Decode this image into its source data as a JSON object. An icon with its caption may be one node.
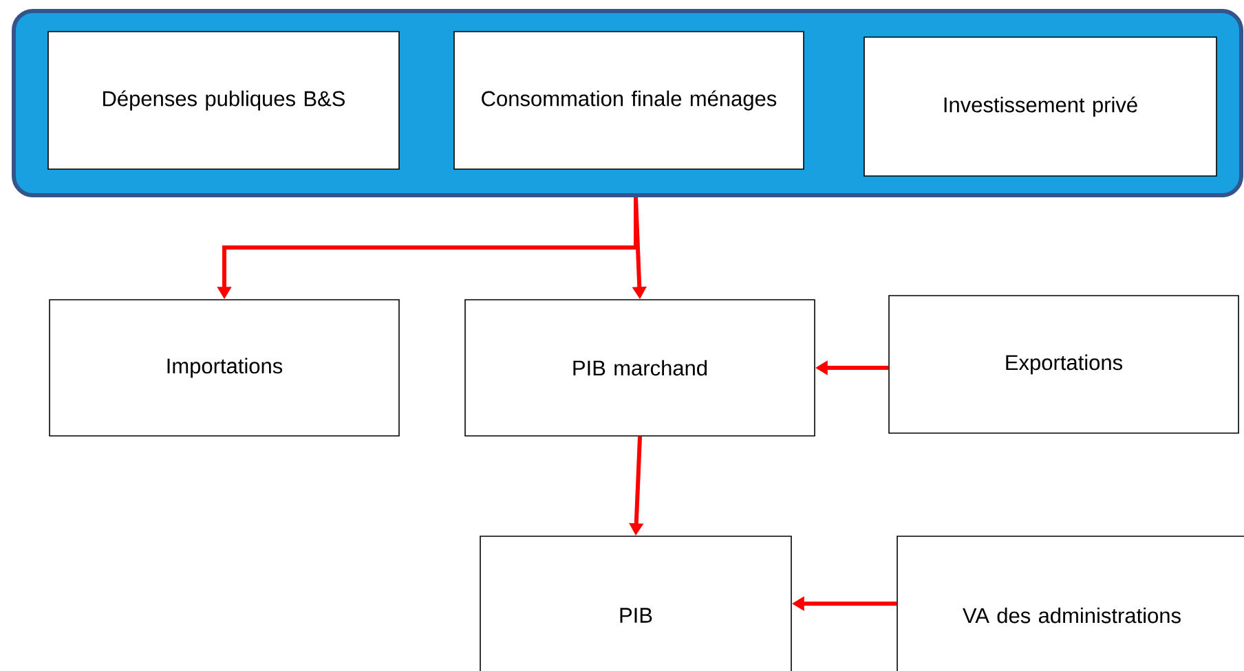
{
  "diagram": {
    "nodes": [
      {
        "text": [],
        "shape": "box"
      },
      {
        "text": [
          "Dépenses publiques B&S"
        ],
        "in": 0
      },
      {
        "text": [
          "Consommation finale ménages"
        ],
        "in": 0
      },
      {
        "text": [
          "Investissement privé"
        ],
        "in": 0
      },
      {
        "text": [
          "Importations"
        ]
      },
      {
        "text": [
          "PIB marchand"
        ]
      },
      {
        "text": [
          "Exportations"
        ]
      },
      {
        "text": [
          "PIB"
        ]
      },
      {
        "text": [
          "VA des administrations"
        ]
      }
    ],
    "edges": [
      {
        "from": 0,
        "to": 4,
        "arrow": "to"
      },
      {
        "from": 0,
        "to": 5,
        "arrow": "to"
      },
      {
        "from": 6,
        "to": 5,
        "arrow": "to"
      },
      {
        "from": 5,
        "to": 7,
        "arrow": "to"
      },
      {
        "from": 8,
        "to": 7,
        "arrow": "to"
      }
    ]
  }
}
